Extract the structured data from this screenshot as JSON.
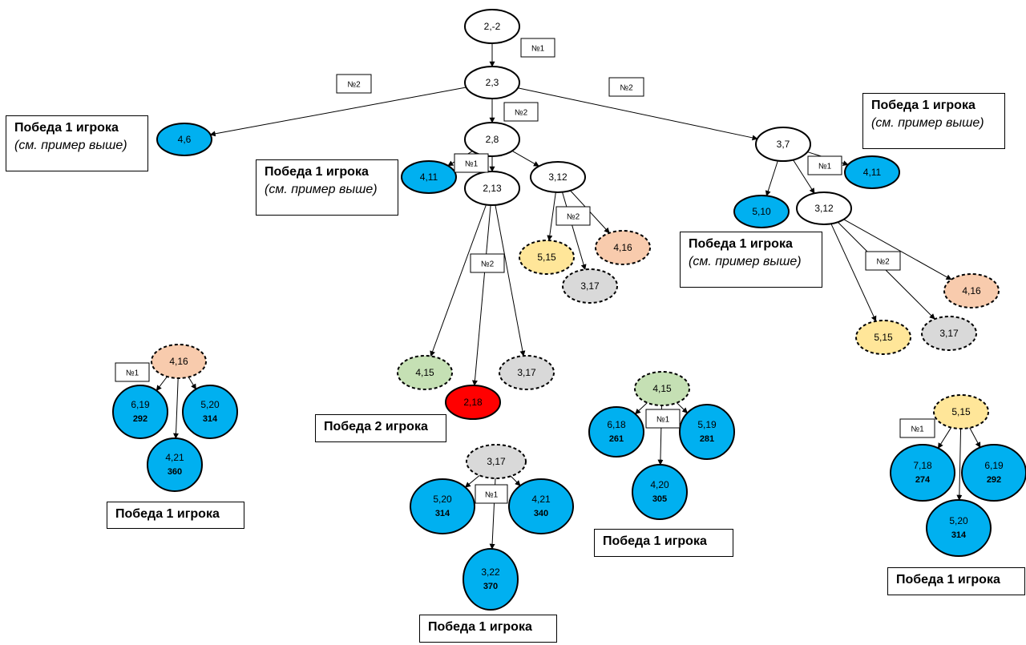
{
  "colors": {
    "win_node": "#00b0f0",
    "red_node": "#ff0000",
    "peach_node": "#f8cbad",
    "yellow_node": "#ffe699",
    "gray_node": "#d9d9d9",
    "green_node": "#c5e0b4",
    "plain_node": "#ffffff"
  },
  "nodes": [
    {
      "id": "n_2_m2",
      "label": "2,-2",
      "fill": "plain_node"
    },
    {
      "id": "n_2_3",
      "label": "2,3",
      "fill": "plain_node"
    },
    {
      "id": "n_4_6",
      "label": "4,6",
      "fill": "win_node"
    },
    {
      "id": "n_2_8",
      "label": "2,8",
      "fill": "plain_node"
    },
    {
      "id": "n_3_7",
      "label": "3,7",
      "fill": "plain_node"
    },
    {
      "id": "n_4_11a",
      "label": "4,11",
      "fill": "win_node"
    },
    {
      "id": "n_2_13",
      "label": "2,13",
      "fill": "plain_node"
    },
    {
      "id": "n_3_12a",
      "label": "3,12",
      "fill": "plain_node"
    },
    {
      "id": "n_4_11b",
      "label": "4,11",
      "fill": "win_node"
    },
    {
      "id": "n_5_10",
      "label": "5,10",
      "fill": "win_node"
    },
    {
      "id": "n_3_12b",
      "label": "3,12",
      "fill": "plain_node"
    },
    {
      "id": "n_5_15a",
      "label": "5,15",
      "fill": "yellow_node",
      "dashed": true
    },
    {
      "id": "n_4_16a",
      "label": "4,16",
      "fill": "peach_node",
      "dashed": true
    },
    {
      "id": "n_3_17a",
      "label": "3,17",
      "fill": "gray_node",
      "dashed": true
    },
    {
      "id": "n_4_16b",
      "label": "4,16",
      "fill": "peach_node",
      "dashed": true
    },
    {
      "id": "n_5_15b",
      "label": "5,15",
      "fill": "yellow_node",
      "dashed": true
    },
    {
      "id": "n_3_17b",
      "label": "3,17",
      "fill": "gray_node",
      "dashed": true
    },
    {
      "id": "n_4_15a",
      "label": "4,15",
      "fill": "green_node",
      "dashed": true
    },
    {
      "id": "n_2_18",
      "label": "2,18",
      "fill": "red_node"
    },
    {
      "id": "n_3_17c",
      "label": "3,17",
      "fill": "gray_node",
      "dashed": true
    },
    {
      "id": "n_4_16c",
      "label": "4,16",
      "fill": "peach_node",
      "dashed": true
    },
    {
      "id": "n_6_19a",
      "label": "6,19",
      "score": "292",
      "fill": "win_node"
    },
    {
      "id": "n_5_20a",
      "label": "5,20",
      "score": "314",
      "fill": "win_node"
    },
    {
      "id": "n_4_21a",
      "label": "4,21",
      "score": "360",
      "fill": "win_node"
    },
    {
      "id": "n_3_17d",
      "label": "3,17",
      "fill": "gray_node",
      "dashed": true
    },
    {
      "id": "n_5_20b",
      "label": "5,20",
      "score": "314",
      "fill": "win_node"
    },
    {
      "id": "n_4_21b",
      "label": "4,21",
      "score": "340",
      "fill": "win_node"
    },
    {
      "id": "n_3_22",
      "label": "3,22",
      "score": "370",
      "fill": "win_node"
    },
    {
      "id": "n_4_15b",
      "label": "4,15",
      "fill": "green_node",
      "dashed": true
    },
    {
      "id": "n_6_18",
      "label": "6,18",
      "score": "261",
      "fill": "win_node"
    },
    {
      "id": "n_5_19",
      "label": "5,19",
      "score": "281",
      "fill": "win_node"
    },
    {
      "id": "n_4_20",
      "label": "4,20",
      "score": "305",
      "fill": "win_node"
    },
    {
      "id": "n_5_15c",
      "label": "5,15",
      "fill": "yellow_node",
      "dashed": true
    },
    {
      "id": "n_7_18",
      "label": "7,18",
      "score": "274",
      "fill": "win_node"
    },
    {
      "id": "n_6_19b",
      "label": "6,19",
      "score": "292",
      "fill": "win_node"
    },
    {
      "id": "n_5_20c",
      "label": "5,20",
      "score": "314",
      "fill": "win_node"
    }
  ],
  "move_labels": [
    {
      "id": "ml_1",
      "text": "№1"
    },
    {
      "id": "ml_2",
      "text": "№2"
    },
    {
      "id": "ml_3",
      "text": "№2"
    },
    {
      "id": "ml_4",
      "text": "№2"
    },
    {
      "id": "ml_5",
      "text": "№1"
    },
    {
      "id": "ml_6",
      "text": "№2"
    },
    {
      "id": "ml_7",
      "text": "№1"
    },
    {
      "id": "ml_8",
      "text": "№2"
    },
    {
      "id": "ml_9",
      "text": "№2"
    },
    {
      "id": "ml_10",
      "text": "№1"
    },
    {
      "id": "ml_11",
      "text": "№1"
    },
    {
      "id": "ml_12",
      "text": "№1"
    },
    {
      "id": "ml_13",
      "text": "№1"
    }
  ],
  "notes": [
    {
      "id": "note_1",
      "line1": "Победа 1 игрока",
      "line2": "(см. пример выше)"
    },
    {
      "id": "note_2",
      "line1": "Победа 1 игрока",
      "line2": "(см. пример выше)"
    },
    {
      "id": "note_3",
      "line1": "Победа 1 игрока",
      "line2": "(см. пример выше)"
    },
    {
      "id": "note_4",
      "line1": "Победа 1 игрока",
      "line2": "(см. пример выше)"
    },
    {
      "id": "note_5",
      "line1": "Победа 2 игрока"
    },
    {
      "id": "note_6",
      "line1": "Победа 1 игрока"
    },
    {
      "id": "note_7",
      "line1": "Победа 1 игрока"
    },
    {
      "id": "note_8",
      "line1": "Победа 1 игрока"
    },
    {
      "id": "note_9",
      "line1": "Победа 1 игрока"
    }
  ]
}
